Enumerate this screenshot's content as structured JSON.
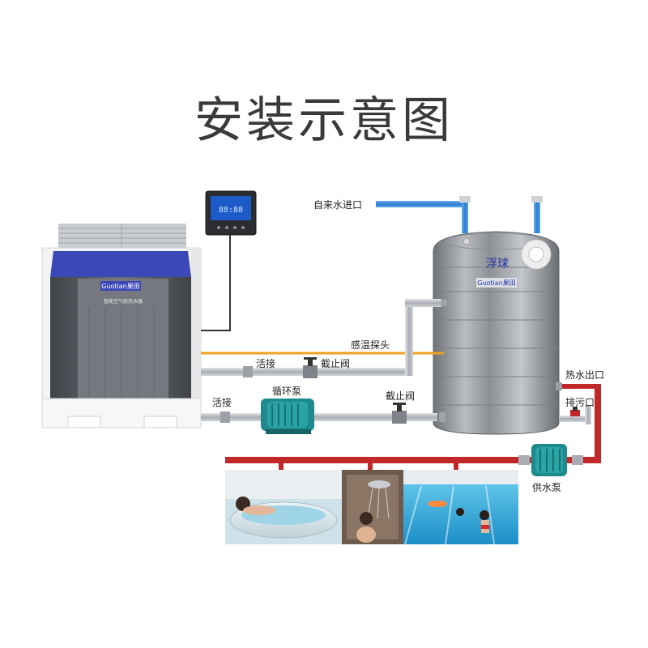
{
  "title": "安装示意图",
  "labels": {
    "tap_water_inlet": "自来水进口",
    "float_ball": "浮球",
    "temp_probe": "感温探头",
    "union_upper": "活接",
    "stop_valve_upper": "截止阀",
    "circulation_pump": "循环泵",
    "union_lower": "活接",
    "stop_valve_lower": "截止阀",
    "hot_water_outlet": "热水出口",
    "drain_outlet": "排污口",
    "supply_pump": "供水泵"
  },
  "brand": {
    "unit_logo": "Guotian果田",
    "unit_subtitle": "智能空气能热水器",
    "tank_logo": "Guotian果田"
  },
  "colors": {
    "cold_pipe": "#2f7fd1",
    "hot_pipe": "#c0282a",
    "sensor_line": "#f0a020",
    "pipe_gray": "#b8bcc2",
    "pump_teal": "#1f8a8c",
    "unit_blue": "#3c48b8"
  }
}
